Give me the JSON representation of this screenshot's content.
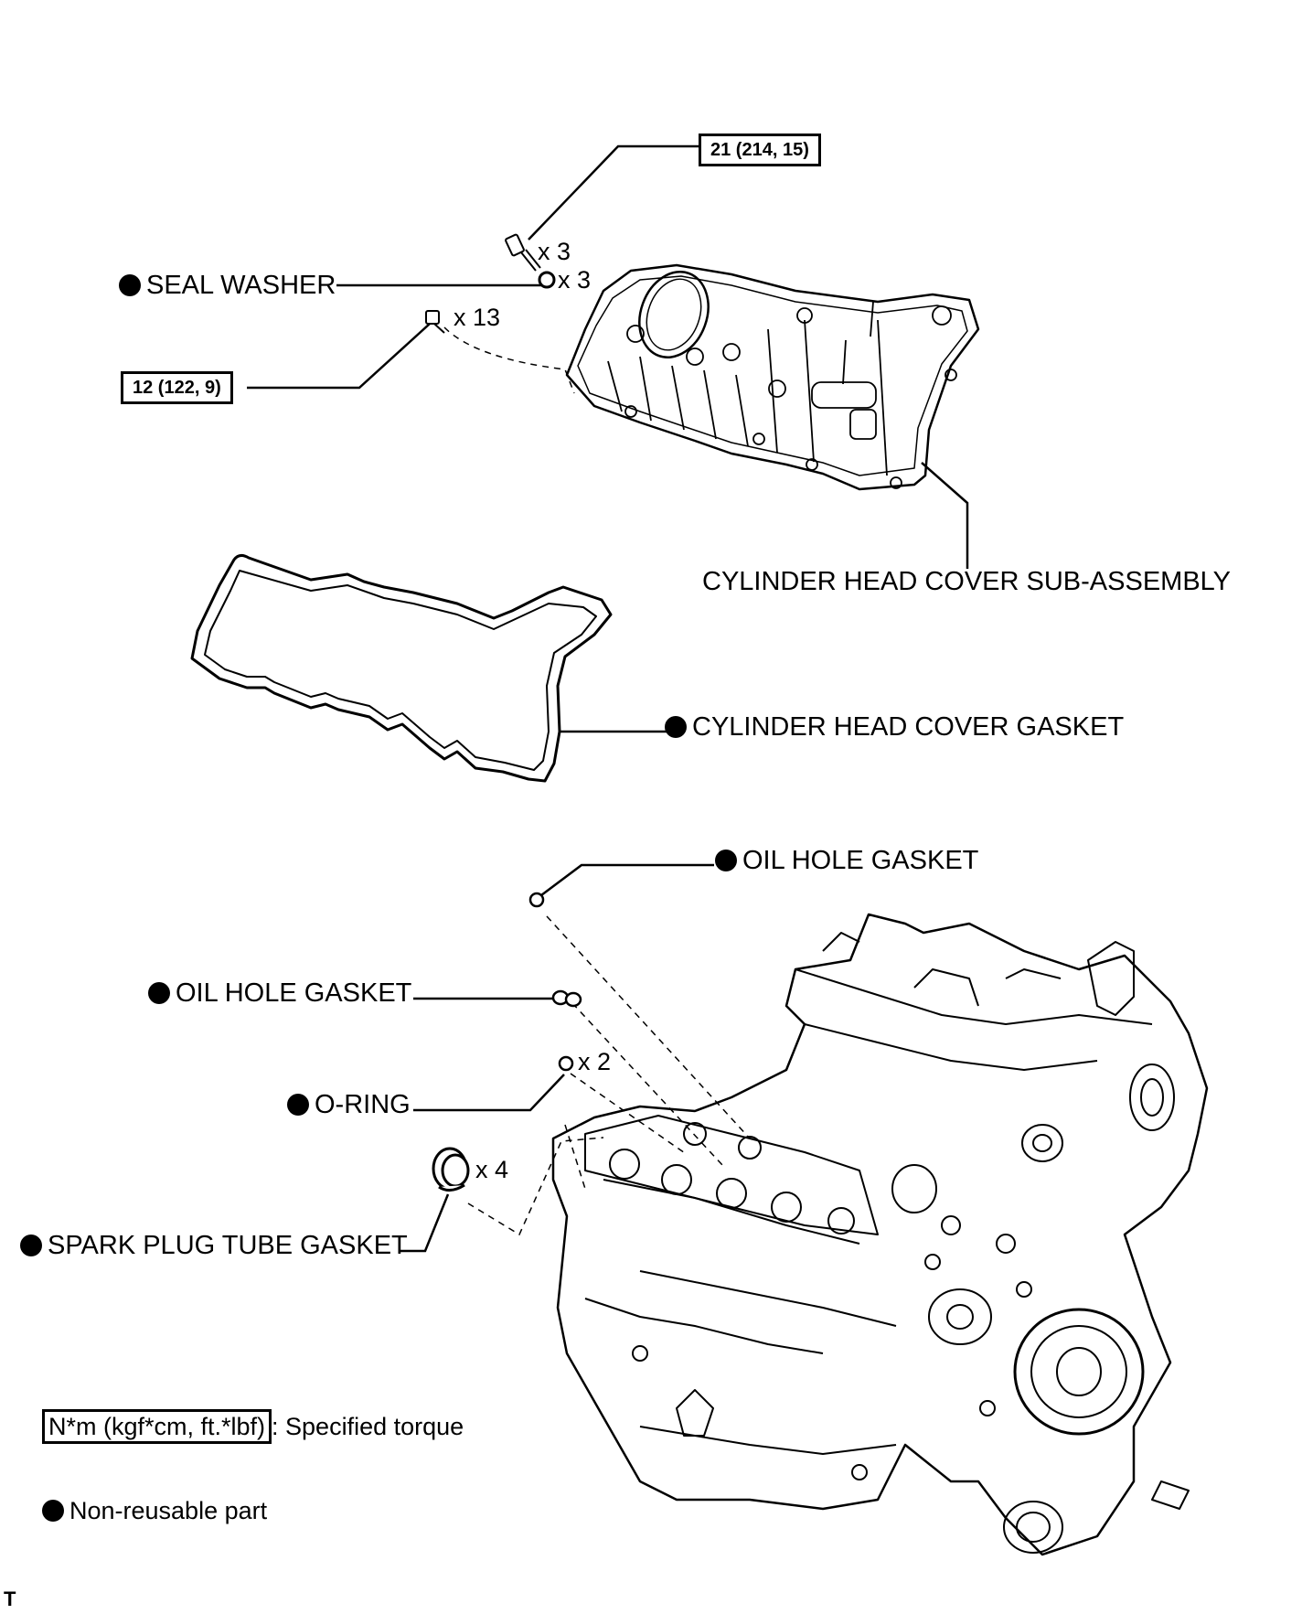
{
  "torque_specs": {
    "top_bolt": "21 (214, 15)",
    "cover_bolt": "12 (122, 9)"
  },
  "quantities": {
    "top_bolt": "x 3",
    "seal_washer": "x 3",
    "cover_bolt": "x 13",
    "o_ring": "x 2",
    "spark_plug_tube_gasket": "x 4"
  },
  "labels": {
    "seal_washer": "SEAL WASHER",
    "cylinder_head_cover": "CYLINDER HEAD COVER SUB-ASSEMBLY",
    "cylinder_head_cover_gasket": "CYLINDER HEAD COVER GASKET",
    "oil_hole_gasket_upper": "OIL HOLE GASKET",
    "oil_hole_gasket_lower": "OIL HOLE GASKET",
    "o_ring": "O-RING",
    "spark_plug_tube_gasket": "SPARK PLUG TUBE GASKET"
  },
  "legend": {
    "torque_unit": "N*m (kgf*cm, ft.*lbf)",
    "torque_desc": ": Specified torque",
    "non_reusable": "Non-reusable part"
  },
  "corner_mark": "T"
}
